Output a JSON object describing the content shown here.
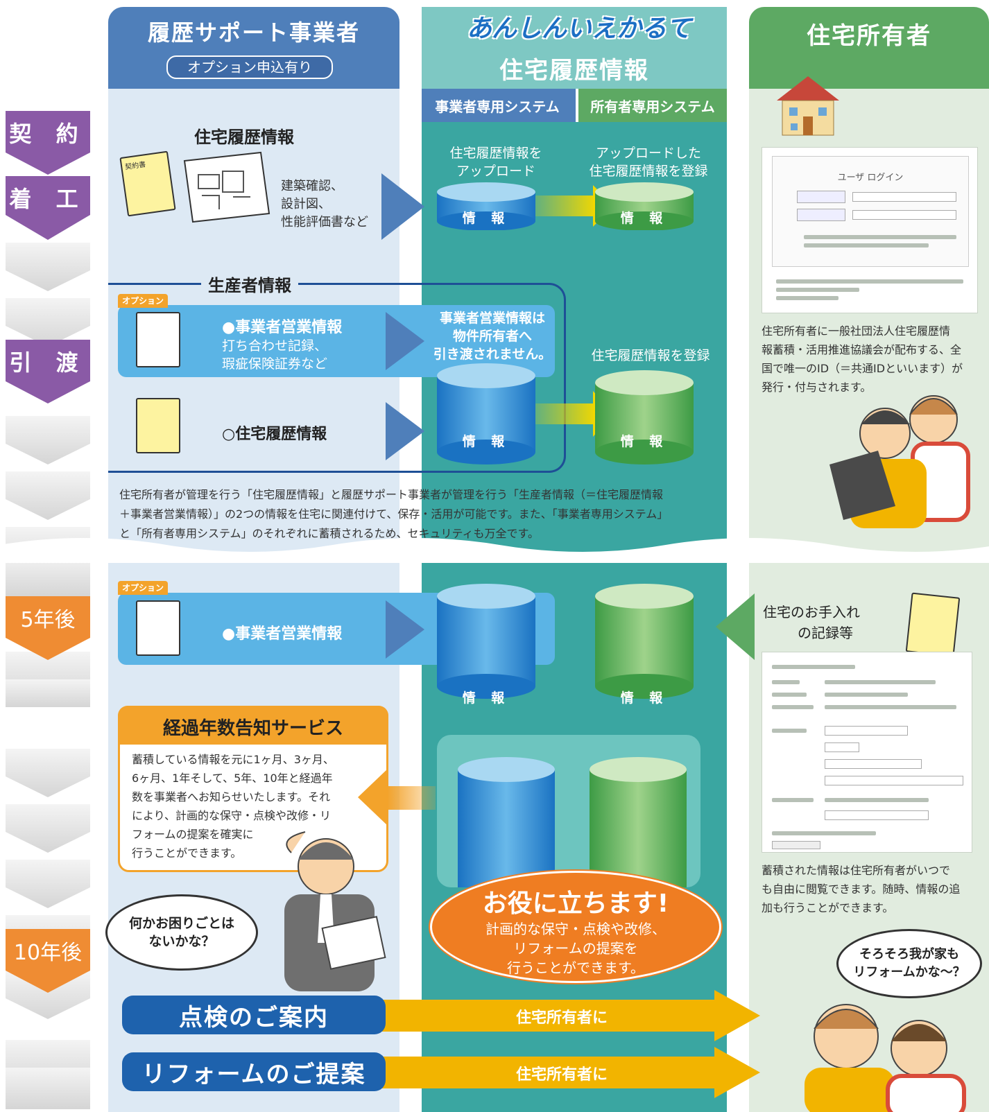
{
  "colors": {
    "provider": "#4f7fba",
    "system": "#3aa6a1",
    "owner": "#5da963",
    "step_purple": "#8a5aa6",
    "step_orange": "#ef8c33",
    "cta_blue": "#1e62ad",
    "cta_yellow": "#f2b400"
  },
  "header": {
    "provider_title": "履歴サポート事業者",
    "provider_option": "オプション申込有り",
    "brand_logo": "あんしんいえかるて",
    "system_title": "住宅履歴情報",
    "owner_title": "住宅所有者",
    "tab_provider_system": "事業者専用システム",
    "tab_owner_system": "所有者専用システム"
  },
  "timeline": {
    "contract": "契 約",
    "construction": "着 工",
    "handover": "引 渡",
    "five_years": "5年後",
    "ten_years": "10年後"
  },
  "section1": {
    "title": "住宅履歴情報",
    "doc_label": "契約書",
    "items": [
      "建築確認、",
      "設計図、",
      "性能評価書など"
    ],
    "upload_label_1": "住宅履歴情報を",
    "upload_label_2": "アップロード",
    "register_label_1": "アップロードした",
    "register_label_2": "住宅履歴情報を登録",
    "cyl_label": "情 報"
  },
  "section2": {
    "title": "生産者情報",
    "option_tag": "オプション",
    "business_title": "●事業者営業情報",
    "business_sub_1": "打ち合わせ記録、",
    "business_sub_2": "瑕疵保険証券など",
    "not_handed_1": "事業者営業情報は",
    "not_handed_2": "物件所有者へ",
    "not_handed_3": "引き渡されません。",
    "register_label": "住宅履歴情報を登録",
    "history_title": "○住宅履歴情報",
    "cyl_label": "情 報"
  },
  "summary": [
    "住宅所有者が管理を行う「住宅履歴情報」と履歴サポート事業者が管理を行う「生産者情報（＝住宅履歴情報",
    "＋事業者営業情報）」の2つの情報を住宅に関連付けて、保存・活用が可能です。また、「事業者専用システム」",
    "と「所有者専用システム」のそれぞれに蓄積されるため、セキュリティも万全です。"
  ],
  "owner_panel": {
    "login_title": "ユーザ ログイン",
    "id_text": [
      "住宅所有者に一般社団法人住宅履歴情",
      "報蓄積・活用推進協議会が配布する、全",
      "国で唯一のID（＝共通IDといいます）が",
      "発行・付与されます。"
    ],
    "maintenance_1": "住宅のお手入れ",
    "maintenance_2": "の記録等",
    "browse_text": [
      "蓄積された情報は住宅所有者がいつで",
      "も自由に閲覧できます。随時、情報の追",
      "加も行うことができます。"
    ],
    "speech_1": "そろそろ我が家も",
    "speech_2": "リフォームかな〜？"
  },
  "section3": {
    "option_tag": "オプション",
    "business_title": "●事業者営業情報",
    "cyl_label": "情 報"
  },
  "notice": {
    "title": "経過年数告知サービス",
    "lines": [
      "蓄積している情報を元に1ヶ月、3ヶ月、",
      "6ヶ月、1年そして、5年、10年と経過年",
      "数を事業者へお知らせいたします。それ",
      "により、計画的な保守・点検や改修・リ",
      "フォームの提案を確実に",
      "行うことができます。"
    ]
  },
  "helpful": {
    "title": "お役に立ちます!",
    "line1": "計画的な保守・点検や改修、",
    "line2": "リフォームの提案を",
    "line3": "行うことができます。"
  },
  "worker_speech": {
    "line1": "何かお困りごとは",
    "line2": "ないかな？"
  },
  "cta": {
    "inspection": "点検のご案内",
    "reform": "リフォームのご提案",
    "to_owner": "住宅所有者に"
  }
}
